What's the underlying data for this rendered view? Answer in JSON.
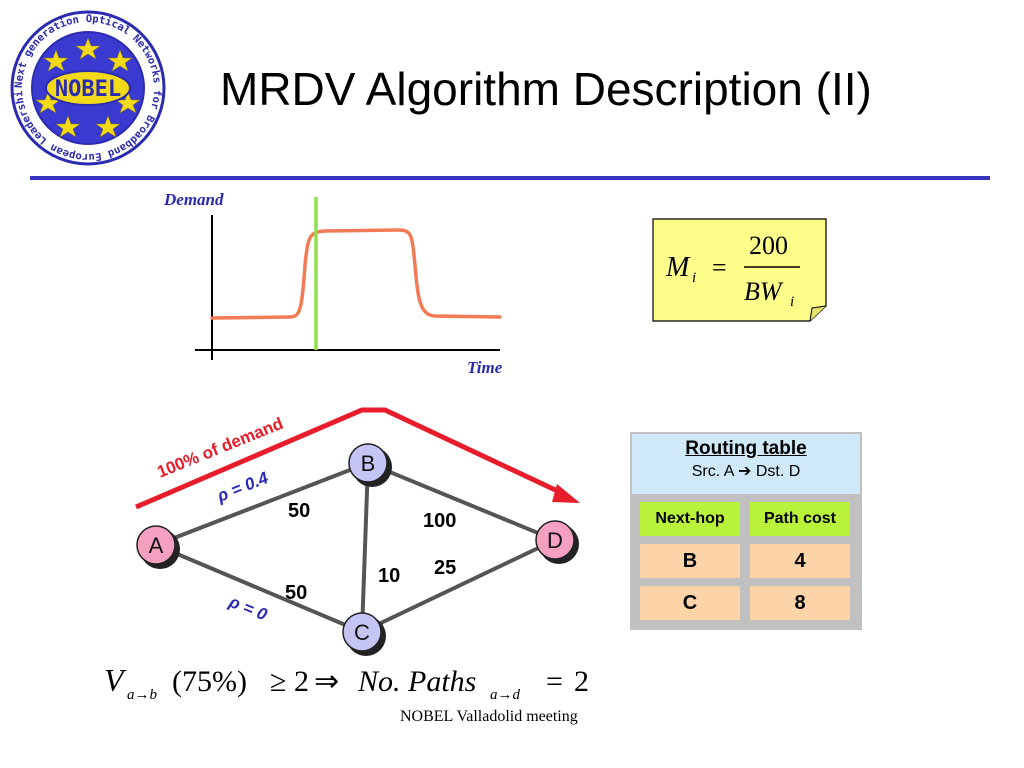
{
  "slide": {
    "title": "MRDV Algorithm Description (II)",
    "footer": "NOBEL Valladolid  meeting"
  },
  "logo": {
    "name": "NOBEL",
    "ring_text": "Next generation Optical Networks for Broadband European Leadership",
    "colors": {
      "ring": "#2b2bb0",
      "disc": "#3a3ad0",
      "star": "#f2d91a"
    }
  },
  "demand_chart": {
    "y_label": "Demand",
    "x_label": "Time",
    "colors": {
      "curve": "#f27a55",
      "marker": "#8fe04a",
      "axis": "#000000"
    }
  },
  "formula": {
    "lhs": "M",
    "lhs_sub": "i",
    "equals": "=",
    "numerator": "200",
    "denominator": "BW",
    "denominator_sub": "i",
    "colors": {
      "background": "#fdfd8a"
    }
  },
  "network": {
    "nodes": [
      {
        "id": "A",
        "label": "A",
        "color": "#f5a0c0"
      },
      {
        "id": "B",
        "label": "B",
        "color": "#c5c5f5"
      },
      {
        "id": "C",
        "label": "C",
        "color": "#c5c5f5"
      },
      {
        "id": "D",
        "label": "D",
        "color": "#f5a0c0"
      }
    ],
    "edges": [
      {
        "from": "A",
        "to": "B",
        "weight": "50"
      },
      {
        "from": "A",
        "to": "C",
        "weight": "50"
      },
      {
        "from": "B",
        "to": "C",
        "weight": "10"
      },
      {
        "from": "B",
        "to": "D",
        "weight": "100"
      },
      {
        "from": "C",
        "to": "D",
        "weight": "25"
      }
    ],
    "rho_top": "ρ = 0.4",
    "rho_bottom": "ρ = 0",
    "demand_label": "100% of demand",
    "colors": {
      "arrow": "#e81c2a",
      "edge": "#555555",
      "rho": "#2a2ab0"
    }
  },
  "routing_table": {
    "title": "Routing table",
    "subtitle_src": "Src. A",
    "subtitle_arrow": "➔",
    "subtitle_dst": "Dst. D",
    "columns": [
      "Next-hop",
      "Path cost"
    ],
    "rows": [
      {
        "next_hop": "B",
        "path_cost": "4"
      },
      {
        "next_hop": "C",
        "path_cost": "8"
      }
    ],
    "colors": {
      "header": "#cfe9f9",
      "column_header": "#b9f23a",
      "cell": "#fdd3a8"
    }
  },
  "bottom_formula": {
    "v": "V",
    "v_sub": "a→b",
    "percent": "(75%)",
    "geq": "≥",
    "two_a": "2",
    "implies": "⇒",
    "paths": "No. Paths",
    "paths_sub": "a→d",
    "equals": "=",
    "two_b": "2"
  }
}
